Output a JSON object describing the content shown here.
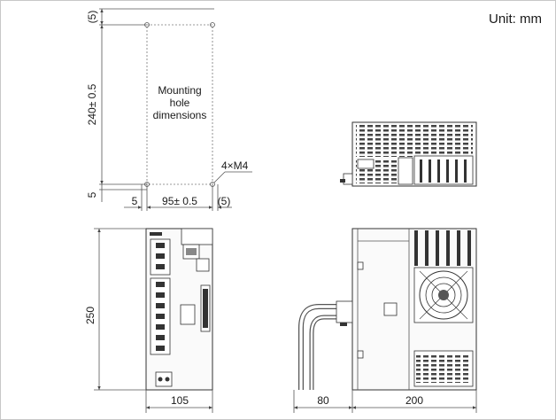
{
  "unit_label": "Unit: mm",
  "mounting": {
    "label_lines": [
      "Mounting",
      "hole",
      "dimensions"
    ],
    "top_margin": "(5)",
    "height": "240± 0.5",
    "bottom_margin": "5",
    "left_margin": "5",
    "width": "95± 0.5",
    "right_margin": "(5)",
    "screw_callout": "4×M4"
  },
  "front_view": {
    "height": "250",
    "width": "105"
  },
  "side_view": {
    "cable_depth": "80",
    "depth": "200"
  }
}
